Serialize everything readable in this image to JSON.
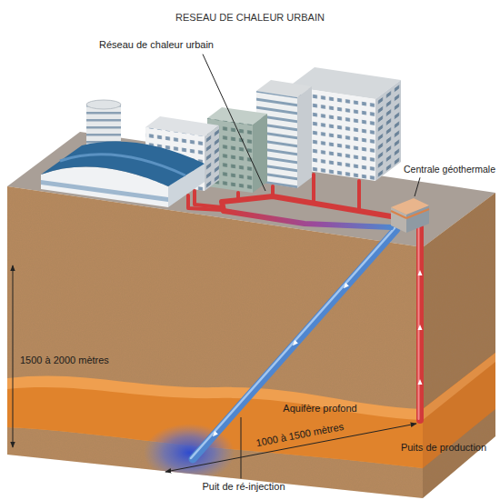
{
  "diagram": {
    "title": "RESEAU DE CHALEUR URBAIN",
    "labels": [
      "Réseau de chaleur urbain",
      "Centrale géothermale",
      "1500 à 2000 mètres",
      "Aquifère profond",
      "1000 à 1500 mètres",
      "Puits de production",
      "Puit de ré-injection"
    ]
  }
}
